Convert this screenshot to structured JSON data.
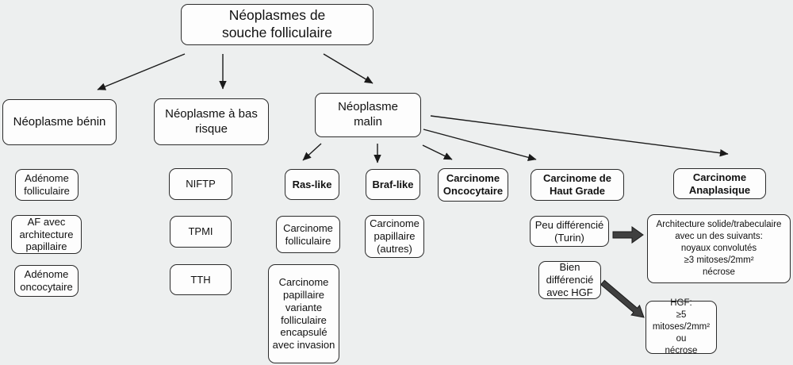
{
  "diagram_title": "Néoplasmes de souche folliculaire",
  "colors": {
    "background": "#edefef",
    "box_fill": "#fdfdfd",
    "box_border": "#2b2b2b",
    "thin_arrow": "#1a1a1a",
    "thick_arrow": "#3f3f3f"
  },
  "nodes": {
    "root": "Néoplasmes de\nsouche folliculaire",
    "benign": "Néoplasme bénin",
    "low_risk": "Néoplasme à bas\nrisque",
    "malignant": "Néoplasme\nmalin",
    "adenoma_follicular": "Adénome\nfolliculaire",
    "af_papillary_arch": "AF avec\narchitecture\npapillaire",
    "adenoma_oncocytic": "Adénome\noncocytaire",
    "niftp": "NIFTP",
    "tpmi": "TPMI",
    "tth": "TTH",
    "ras_like": "Ras-like",
    "carcinoma_follicular": "Carcinome\nfolliculaire",
    "cpvf_encapsulated_invasion": "Carcinome\npapillaire\nvariante\nfolliculaire\nencapsulé\navec invasion",
    "braf_like": "Braf-like",
    "carcinoma_papillary_others": "Carcinome\npapillaire\n(autres)",
    "carcinoma_oncocytic": "Carcinome\nOncocytaire",
    "carcinoma_high_grade": "Carcinome de\nHaut Grade",
    "poorly_diff_turin": "Peu différencié\n(Turin)",
    "well_diff_hgf": "Bien\ndifférencié\navec HGF",
    "carcinoma_anaplastic": "Carcinome\nAnaplasique",
    "high_grade_criteria": "Architecture solide/trabeculaire\navec un des suivants:\nnoyaux convolutés\n≥3 mitoses/2mm²\nnécrose",
    "hgf_criteria": "HGF:\n≥5 mitoses/2mm²\nou\nnécrose"
  }
}
